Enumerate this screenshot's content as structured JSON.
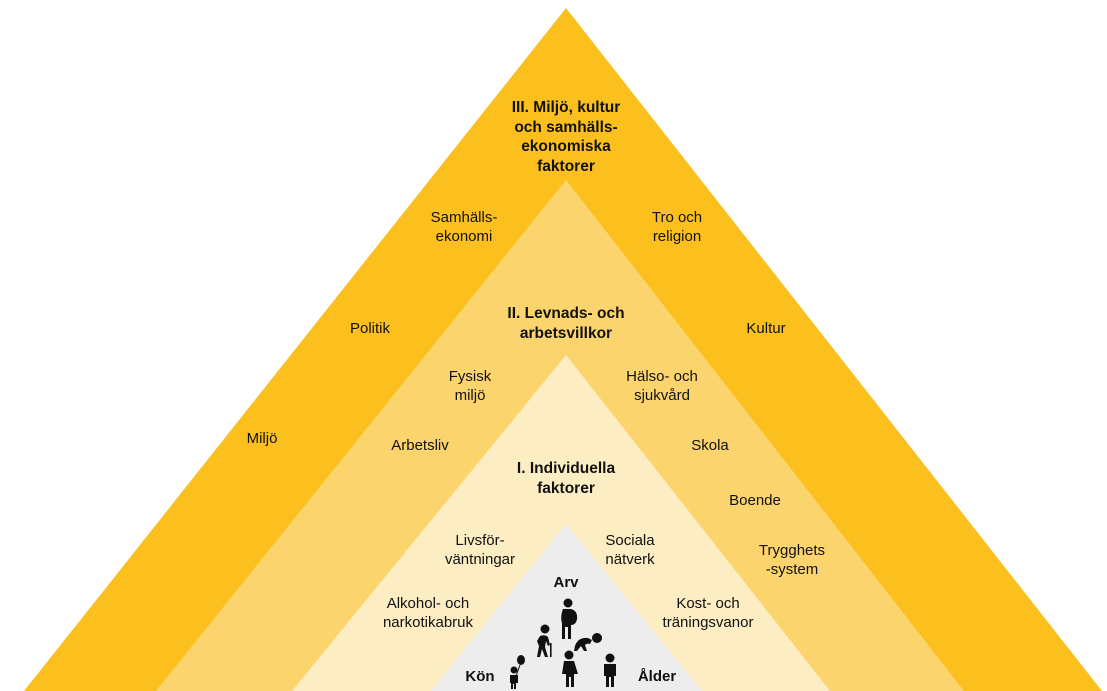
{
  "colors": {
    "level3": "#FCC01E",
    "level2": "#FCD46E",
    "level1": "#FDEDC3",
    "core": "#EDEDED",
    "text": "#111111"
  },
  "level3": {
    "title": [
      "III. Miljö, kultur",
      "och samhälls-",
      "ekonomiska",
      "faktorer"
    ],
    "items": {
      "samhallsekonomi": [
        "Samhälls-",
        "ekonomi"
      ],
      "tro": [
        "Tro och",
        "religion"
      ],
      "politik": "Politik",
      "kultur": "Kultur",
      "miljo": "Miljö"
    }
  },
  "level2": {
    "title": [
      "II. Levnads- och",
      "arbetsvillkor"
    ],
    "items": {
      "fysisk": [
        "Fysisk",
        "miljö"
      ],
      "halso": [
        "Hälso- och",
        "sjukvård"
      ],
      "arbetsliv": "Arbetsliv",
      "skola": "Skola",
      "boende": "Boende",
      "trygghet": [
        "Trygghets",
        "-system"
      ]
    }
  },
  "level1": {
    "title": [
      "I. Individuella",
      "faktorer"
    ],
    "items": {
      "livsforv": [
        "Livsför-",
        "väntningar"
      ],
      "sociala": [
        "Sociala",
        "nätverk"
      ],
      "alkohol": [
        "Alkohol- och",
        "narkotikabruk"
      ],
      "kost": [
        "Kost- och",
        "träningsvanor"
      ]
    }
  },
  "core": {
    "arv": "Arv",
    "kon": "Kön",
    "alder": "Ålder",
    "icons": [
      "pregnant-woman-icon",
      "elderly-person-icon",
      "crawling-baby-icon",
      "child-with-balloon-icon",
      "woman-icon",
      "man-icon"
    ]
  }
}
